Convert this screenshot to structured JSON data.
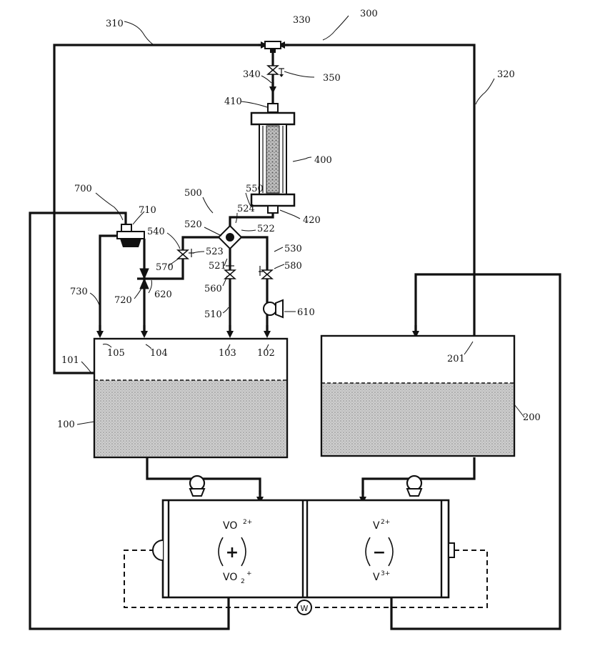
{
  "labels": {
    "l300": "300",
    "l310": "310",
    "l320": "320",
    "l330": "330",
    "l340": "340",
    "l350": "350",
    "l410": "410",
    "l400": "400",
    "l420": "420",
    "l500": "500",
    "l550": "550",
    "l524": "524",
    "l520": "520",
    "l522": "522",
    "l540": "540",
    "l523": "523",
    "l530": "530",
    "l570": "570",
    "l521": "521",
    "l580": "580",
    "l560": "560",
    "l510": "510",
    "l610": "610",
    "l620": "620",
    "l700": "700",
    "l710": "710",
    "l720": "720",
    "l730": "730",
    "l101": "101",
    "l105": "105",
    "l104": "104",
    "l103": "103",
    "l102": "102",
    "l201": "201",
    "l100": "100",
    "l200": "200"
  },
  "cell": {
    "positive_top": "VO",
    "positive_top_sup": "2+",
    "positive_sign": "+",
    "positive_bottom": "VO",
    "positive_bottom_sub": "2",
    "positive_bottom_sup": "+",
    "negative_top": "V",
    "negative_top_sup": "2+",
    "negative_sign": "−",
    "negative_bottom": "V",
    "negative_bottom_sup": "3+",
    "meter": "W"
  },
  "colors": {
    "line": "#111111",
    "electrolyte": "#c8c8c8",
    "background": "#ffffff"
  }
}
